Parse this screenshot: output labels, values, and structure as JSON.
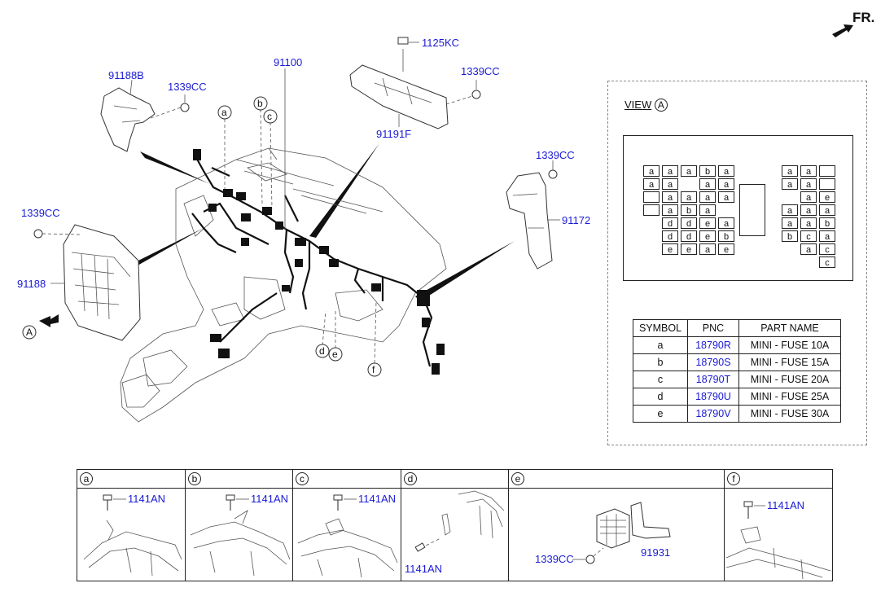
{
  "direction_label": "FR.",
  "labels": {
    "l91188B": "91188B",
    "l1339CC_a": "1339CC",
    "l91100": "91100",
    "l1125KC": "1125KC",
    "l1339CC_b": "1339CC",
    "l91191F": "91191F",
    "l1339CC_c": "1339CC",
    "l91172": "91172",
    "l1339CC_d": "1339CC",
    "l91188": "91188",
    "arrowA": "A",
    "ca": "a",
    "cb": "b",
    "cc": "c",
    "cd": "d",
    "ce": "e",
    "cf": "f"
  },
  "view": {
    "title": "VIEW",
    "marker": "A"
  },
  "fuse_grid": [
    [
      "a",
      "a",
      "a",
      "b",
      "a",
      "a",
      "",
      "a",
      "a",
      ""
    ],
    [
      "a",
      "a",
      "",
      "a",
      "a",
      "",
      "",
      "a",
      "a",
      ""
    ],
    [
      "",
      "a",
      "a",
      "a",
      "a",
      "",
      "",
      "",
      "a",
      "e"
    ],
    [
      "",
      "a",
      "b",
      "a",
      "",
      "",
      "",
      "a",
      "a",
      "a"
    ],
    [
      "",
      "d",
      "d",
      "e",
      "a",
      "",
      "",
      "a",
      "a",
      "b"
    ],
    [
      "",
      "d",
      "d",
      "e",
      "b",
      "",
      "",
      "b",
      "c",
      "a"
    ],
    [
      "",
      "e",
      "e",
      "a",
      "e",
      "",
      "",
      "",
      "a",
      "c"
    ],
    [
      "",
      "",
      "",
      "",
      "",
      "",
      "",
      "",
      "",
      "c"
    ]
  ],
  "legend": {
    "headers": [
      "SYMBOL",
      "PNC",
      "PART NAME"
    ],
    "rows": [
      {
        "symbol": "a",
        "pnc": "18790R",
        "name": "MINI - FUSE 10A"
      },
      {
        "symbol": "b",
        "pnc": "18790S",
        "name": "MINI - FUSE 15A"
      },
      {
        "symbol": "c",
        "pnc": "18790T",
        "name": "MINI - FUSE 20A"
      },
      {
        "symbol": "d",
        "pnc": "18790U",
        "name": "MINI - FUSE 25A"
      },
      {
        "symbol": "e",
        "pnc": "18790V",
        "name": "MINI - FUSE 30A"
      }
    ]
  },
  "details": [
    {
      "key": "a",
      "part": "1141AN"
    },
    {
      "key": "b",
      "part": "1141AN"
    },
    {
      "key": "c",
      "part": "1141AN"
    },
    {
      "key": "d",
      "part": "1141AN"
    },
    {
      "key": "e",
      "part": "1339CC",
      "part2": "91931"
    },
    {
      "key": "f",
      "part": "1141AN"
    }
  ]
}
